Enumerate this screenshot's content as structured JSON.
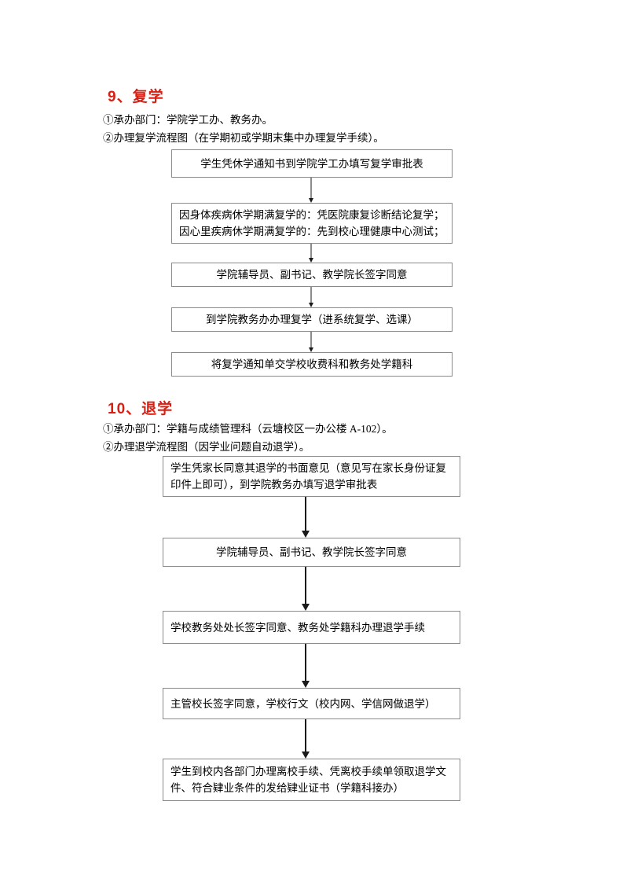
{
  "document": {
    "page_background": "#ffffff",
    "heading_color": "#d81f13",
    "box_border_color": "#8a8a8a",
    "arrow_color": "#1a1a1a"
  },
  "sections": [
    {
      "id": "section-9",
      "heading": "9、复学",
      "notes": [
        "①承办部门：学院学工办、教务办。",
        "②办理复学流程图（在学期初或学期末集中办理复学手续）。"
      ],
      "flow": {
        "steps": [
          {
            "id": "s9-step-1",
            "align": "center",
            "lines": [
              "学生凭休学通知书到学院学工办填写复学审批表"
            ]
          },
          {
            "id": "s9-step-2",
            "align": "left",
            "lines": [
              "因身体疾病休学期满复学的：凭医院康复诊断结论复学；",
              "因心里疾病休学期满复学的：先到校心理健康中心测试；"
            ]
          },
          {
            "id": "s9-step-3",
            "align": "center",
            "lines": [
              "学院辅导员、副书记、教学院长签字同意"
            ]
          },
          {
            "id": "s9-step-4",
            "align": "center",
            "lines": [
              "到学院教务办办理复学（进系统复学、选课）"
            ]
          },
          {
            "id": "s9-step-5",
            "align": "center",
            "lines": [
              "将复学通知单交学校收费科和教务处学籍科"
            ]
          }
        ]
      }
    },
    {
      "id": "section-10",
      "heading": "10、退学",
      "notes": [
        "①承办部门：学籍与成绩管理科（云塘校区一办公楼 A-102）。",
        "②办理退学流程图（因学业问题自动退学）。"
      ],
      "flow": {
        "steps": [
          {
            "id": "s10-step-1",
            "align": "left",
            "lines": [
              "学生凭家长同意其退学的书面意见（意见写在家长身份证复",
              "印件上即可），到学院教务办填写退学审批表"
            ]
          },
          {
            "id": "s10-step-2",
            "align": "center",
            "lines": [
              "学院辅导员、副书记、教学院长签字同意"
            ]
          },
          {
            "id": "s10-step-3",
            "align": "left",
            "lines": [
              "学校教务处处长签字同意、教务处学籍科办理退学手续"
            ]
          },
          {
            "id": "s10-step-4",
            "align": "left",
            "lines": [
              "主管校长签字同意，学校行文（校内网、学信网做退学）"
            ]
          },
          {
            "id": "s10-step-5",
            "align": "left",
            "lines": [
              "学生到校内各部门办理离校手续、凭离校手续单领取退学文",
              "件、符合肄业条件的发给肄业证书（学籍科接办）"
            ]
          }
        ]
      }
    }
  ]
}
